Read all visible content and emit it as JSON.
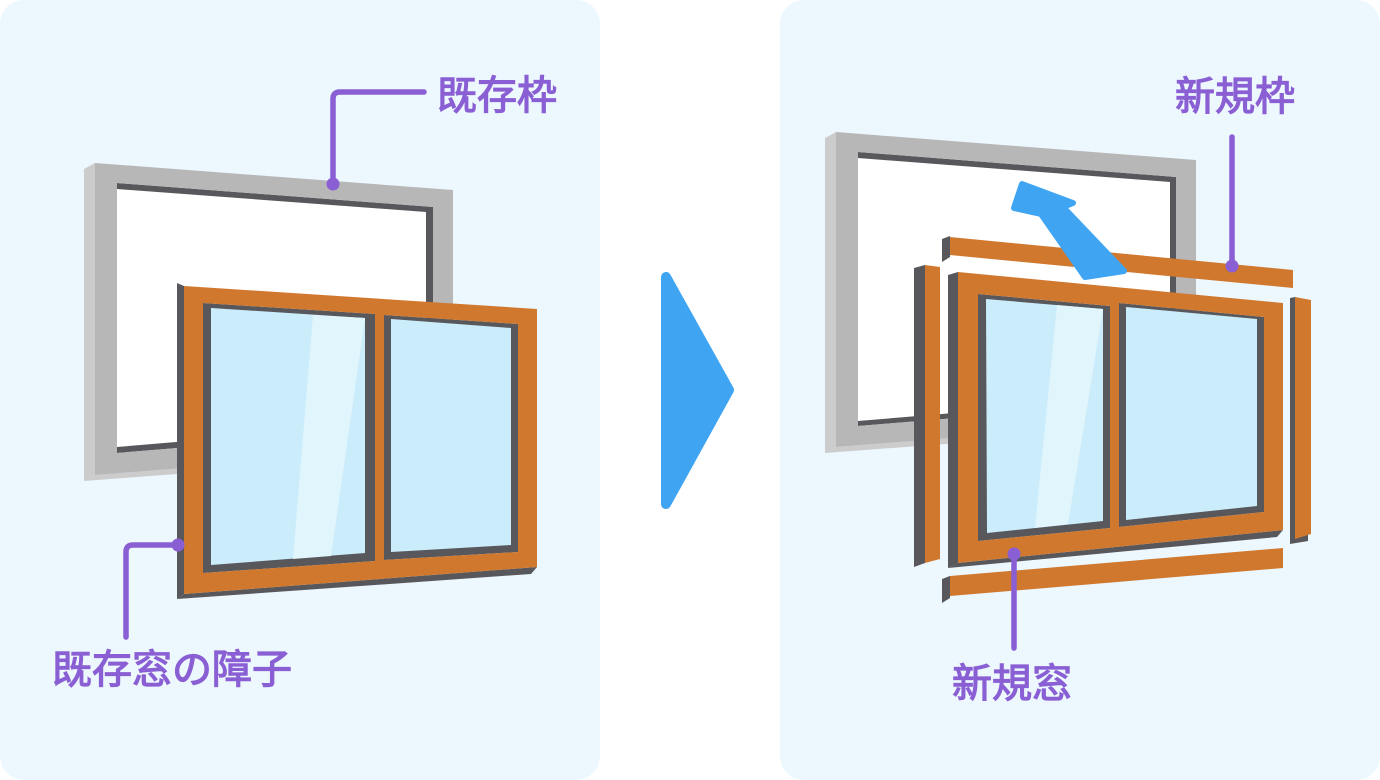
{
  "labels": {
    "existing_frame": "既存枠",
    "existing_sash": "既存窓の障子",
    "new_frame": "新規枠",
    "new_window": "新規窓"
  },
  "icons": {
    "transition": "arrow-right-icon",
    "removal": "arrow-up-left-icon"
  },
  "colors": {
    "background": "#FFFFFF",
    "panel": "#ECF7FE",
    "purple": "#8A5FD4",
    "blue": "#3FA5F3",
    "gray_front": "#B7B7B8",
    "gray_side": "#CCCCCD",
    "dark": "#58585C",
    "orange": "#D1782F",
    "glass": "#CBEDFB",
    "glass_highlight": "#E1F5FD",
    "white": "#FFFFFF"
  }
}
